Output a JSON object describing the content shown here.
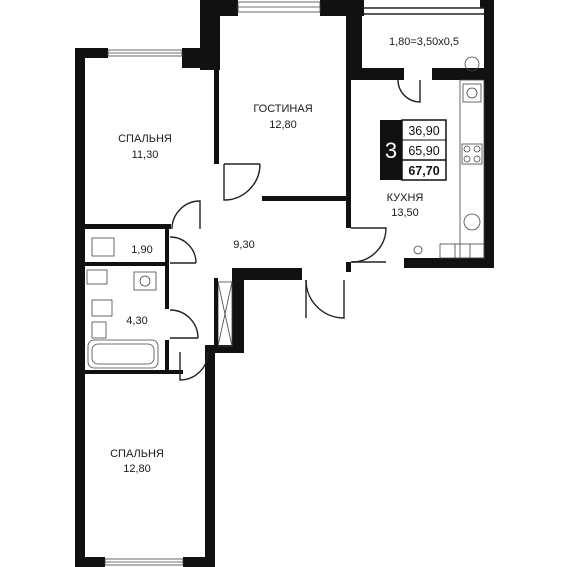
{
  "rooms": {
    "bedroom_top": {
      "name": "СПАЛЬНЯ",
      "area": "11,30"
    },
    "living": {
      "name": "ГОСТИНАЯ",
      "area": "12,80"
    },
    "balcony": {
      "area": "1,80=3,50х0,5"
    },
    "kitchen": {
      "name": "КУХНЯ",
      "area": "13,50"
    },
    "toilet": {
      "area": "1,90"
    },
    "hall": {
      "area": "9,30"
    },
    "bathroom": {
      "area": "4,30"
    },
    "bedroom_bottom": {
      "name": "СПАЛЬНЯ",
      "area": "12,80"
    }
  },
  "summary": {
    "rooms_count": "3",
    "living_area": "36,90",
    "total_area": "65,90",
    "total_with_balcony": "67,70"
  },
  "colors": {
    "wall": "#111111",
    "badge": "#111111"
  }
}
